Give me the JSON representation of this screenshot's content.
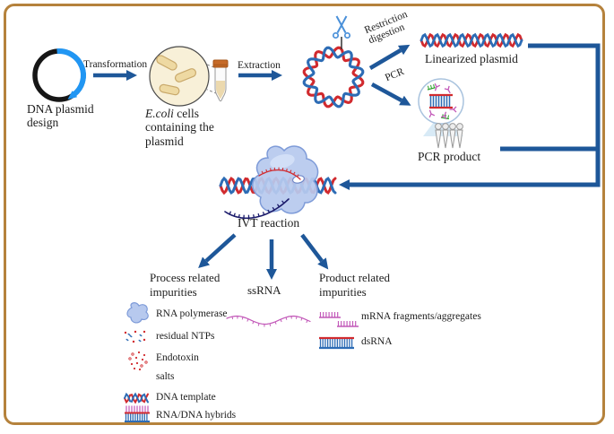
{
  "colors": {
    "border": "#b5823c",
    "arrow": "#1e5799",
    "dna_red": "#d12a2e",
    "dna_blue": "#2d6cb5",
    "plasmid_blue": "#2196f3",
    "rna_pink": "#c258b8",
    "rna_navy": "#1b1b6b",
    "primer_green": "#2ca02c",
    "polymerase_blue": "#b7c9ee",
    "ecoli_fill": "#f8f0d8",
    "cell_fill": "#eed9a2",
    "cap_orange": "#c66a28"
  },
  "workflow": {
    "plasmid_design": {
      "line1": "DNA plasmid",
      "line2": "design"
    },
    "transformation_label": "Transformation",
    "ecoli": {
      "italic": "E.coli",
      "rest": " cells",
      "line2": "containing the",
      "line3": "plasmid"
    },
    "extraction_label": "Extraction",
    "restriction": {
      "line1": "Restriction",
      "line2": "digestion"
    },
    "pcr_label": "PCR",
    "linearized_label": "Linearized plasmid",
    "pcr_product_label": "PCR product",
    "ivt_label": "IVT reaction"
  },
  "outputs": {
    "process_impurities": {
      "title1": "Process related",
      "title2": "impurities",
      "items": [
        {
          "icon": "rna-polymerase-icon",
          "label": "RNA polymerase"
        },
        {
          "icon": "residual-ntps-icon",
          "label": "residual NTPs"
        },
        {
          "icon": "endotoxin-icon",
          "label": "Endotoxin"
        },
        {
          "icon": "none",
          "label": "salts"
        },
        {
          "icon": "dna-template-icon",
          "label": "DNA template"
        },
        {
          "icon": "rna-dna-hybrids-icon",
          "label": "RNA/DNA hybrids"
        }
      ]
    },
    "ssrna_label": "ssRNA",
    "product_impurities": {
      "title1": "Product related",
      "title2": "impurities",
      "items": [
        {
          "icon": "mrna-fragments-icon",
          "label": "mRNA fragments/aggregates"
        },
        {
          "icon": "dsrna-icon",
          "label": "dsRNA"
        }
      ]
    }
  }
}
